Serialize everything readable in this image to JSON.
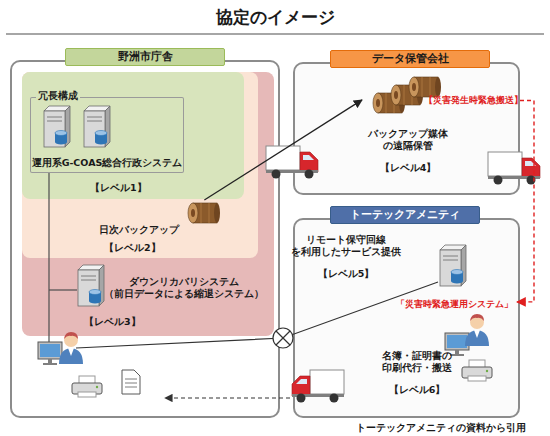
{
  "diagram": {
    "title": "協定のイメージ",
    "caption": "トーテックアメニティの資料から引用",
    "nodes": [
      {
        "text": [
          "野洲市庁舎"
        ]
      },
      {
        "text": [
          "【レベル3】"
        ],
        "in": 0
      },
      {
        "text": [
          "【レベル2】"
        ],
        "in": 1
      },
      {
        "text": [
          "【レベル1】"
        ],
        "in": 2
      },
      {
        "text": [
          "冗長構成",
          "運用系G-COAS総合行政システム"
        ],
        "in": 3
      },
      {
        "text": [
          "日次バックアップ"
        ],
        "in": 2
      },
      {
        "text": [
          "ダウンリカバリシステム （前日データによる縮退システム）"
        ],
        "in": 1
      },
      {
        "text": [
          "データ保管会社"
        ]
      },
      {
        "text": [
          "バックアップ媒体 の遠隔保管",
          "【レベル4】"
        ],
        "in": 7
      },
      {
        "text": [
          "トーテックアメニティ"
        ]
      },
      {
        "text": [
          "「災害時緊急運用システム」"
        ],
        "in": 9
      }
    ],
    "edges": [
      {
        "from": 5,
        "to": 8,
        "arrow": "to"
      },
      {
        "from": 7,
        "to": 10,
        "arrow": "to",
        "label": "【災害発生時緊急搬送】"
      }
    ],
    "labels": [
      "リモート保守回線 を利用したサービス提供",
      "【レベル5】",
      "名簿・証明書の 印刷代行・搬送",
      "【レベル6】"
    ]
  }
}
